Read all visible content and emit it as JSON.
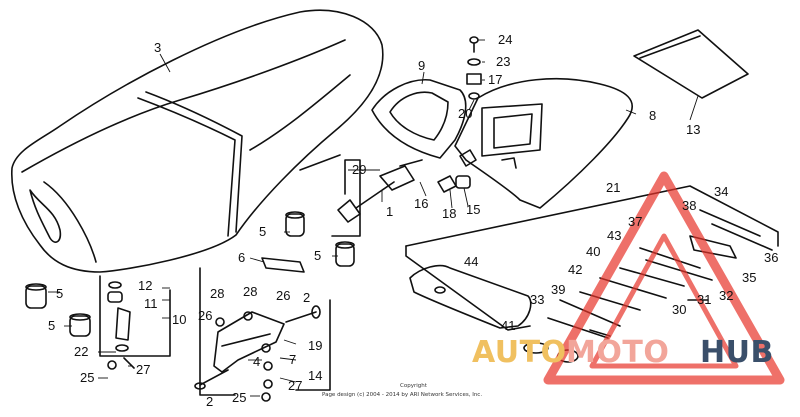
{
  "diagram": {
    "part_labels": [
      "1",
      "2",
      "2",
      "3",
      "4",
      "5",
      "5",
      "5",
      "5",
      "6",
      "7",
      "8",
      "9",
      "10",
      "11",
      "12",
      "13",
      "14",
      "15",
      "16",
      "17",
      "18",
      "19",
      "20",
      "21",
      "22",
      "23",
      "24",
      "25",
      "25",
      "26",
      "26",
      "27",
      "27",
      "28",
      "28",
      "29",
      "30",
      "31",
      "32",
      "33",
      "34",
      "35",
      "36",
      "37",
      "38",
      "39",
      "40",
      "41",
      "42",
      "43",
      "44"
    ],
    "copyright_line1": "Copyright",
    "copyright_line2": "Page design (c) 2004 - 2014 by ARI Network Services, Inc."
  },
  "watermark": {
    "brand_auto": "AUTO",
    "brand_moto": "MOTO",
    "brand_hub": "HUB",
    "colors": {
      "auto": "#f0c060",
      "moto": "#f2a59a",
      "hub": "#3a4f6a",
      "triangle": "#e8342a"
    }
  }
}
